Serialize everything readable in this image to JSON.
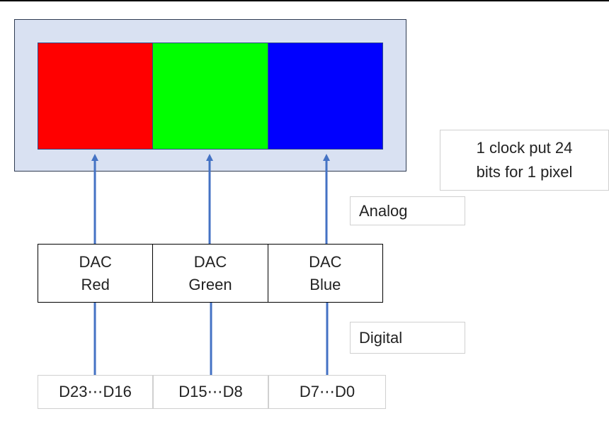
{
  "colors": {
    "panel_fill": "#d9e1f2",
    "red": "#ff0000",
    "green": "#00ff00",
    "blue": "#0000ff",
    "arrow": "#4472c4"
  },
  "pixel": {
    "subpixels": [
      {
        "name": "red",
        "color": "#ff0000"
      },
      {
        "name": "green",
        "color": "#00ff00"
      },
      {
        "name": "blue",
        "color": "#0000ff"
      }
    ]
  },
  "dacs": [
    {
      "line1": "DAC",
      "line2": "Red"
    },
    {
      "line1": "DAC",
      "line2": "Green"
    },
    {
      "line1": "DAC",
      "line2": "Blue"
    }
  ],
  "bit_ranges": [
    "D23⋯D16",
    "D15⋯D8",
    "D7⋯D0"
  ],
  "labels": {
    "analog": "Analog",
    "digital": "Digital",
    "clock_note_line1": "1 clock put 24",
    "clock_note_line2": "bits for 1 pixel"
  }
}
